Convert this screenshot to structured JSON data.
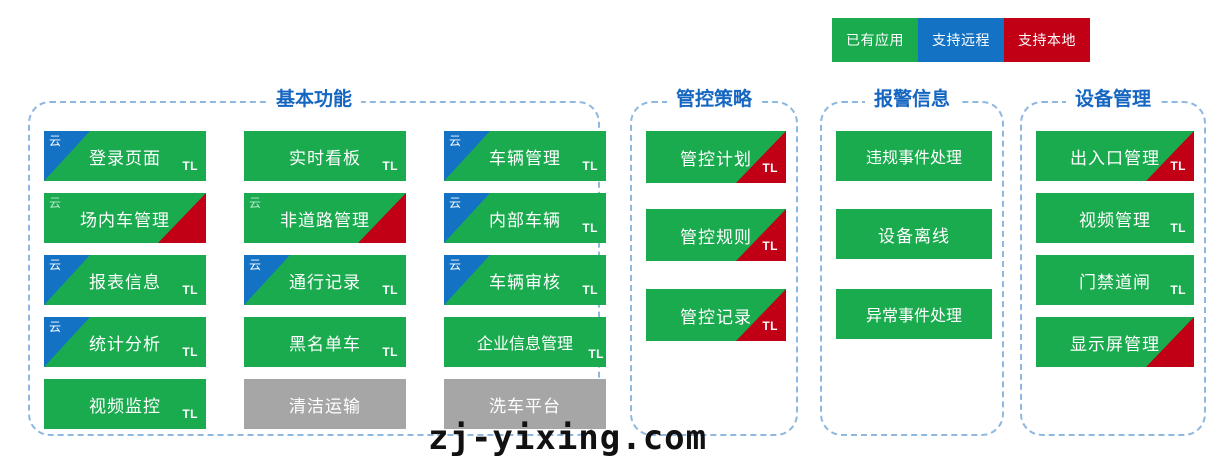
{
  "legend": {
    "items": [
      {
        "label": "已有应用",
        "color": "#1aab4f",
        "style": "green"
      },
      {
        "label": "支持远程",
        "color": "#1472c4",
        "style": "blue"
      },
      {
        "label": "支持本地",
        "color": "#c10016",
        "style": "red"
      }
    ]
  },
  "watermark": "zj-yixing.com",
  "markers": {
    "cloud": "云",
    "tl": "TL"
  },
  "groups": [
    {
      "id": "basic",
      "title": "基本功能",
      "columns": 3,
      "cards": [
        {
          "label": "登录页面",
          "state": "active",
          "cloud": "blue",
          "tl": true,
          "red": false
        },
        {
          "label": "实时看板",
          "state": "active",
          "cloud": "none",
          "tl": true,
          "red": false
        },
        {
          "label": "车辆管理",
          "state": "active",
          "cloud": "blue",
          "tl": true,
          "red": false
        },
        {
          "label": "场内车管理",
          "state": "active",
          "cloud": "plain",
          "tl": false,
          "red": true
        },
        {
          "label": "非道路管理",
          "state": "active",
          "cloud": "plain",
          "tl": false,
          "red": true
        },
        {
          "label": "内部车辆",
          "state": "active",
          "cloud": "blue",
          "tl": true,
          "red": false
        },
        {
          "label": "报表信息",
          "state": "active",
          "cloud": "blue",
          "tl": true,
          "red": false
        },
        {
          "label": "通行记录",
          "state": "active",
          "cloud": "blue",
          "tl": true,
          "red": false
        },
        {
          "label": "车辆审核",
          "state": "active",
          "cloud": "blue",
          "tl": true,
          "red": false
        },
        {
          "label": "统计分析",
          "state": "active",
          "cloud": "blue",
          "tl": true,
          "red": false
        },
        {
          "label": "黑名单车",
          "state": "active",
          "cloud": "none",
          "tl": true,
          "red": false
        },
        {
          "label": "企业信息管理",
          "state": "active",
          "cloud": "none",
          "tl": true,
          "red": false
        },
        {
          "label": "视频监控",
          "state": "active",
          "cloud": "none",
          "tl": true,
          "red": false
        },
        {
          "label": "清洁运输",
          "state": "inactive",
          "cloud": "none",
          "tl": false,
          "red": false
        },
        {
          "label": "洗车平台",
          "state": "inactive",
          "cloud": "none",
          "tl": false,
          "red": false
        }
      ]
    },
    {
      "id": "policy",
      "title": "管控策略",
      "columns": 1,
      "cards": [
        {
          "label": "管控计划",
          "state": "active",
          "cloud": "none",
          "tl": true,
          "red": true
        },
        {
          "label": "管控规则",
          "state": "active",
          "cloud": "none",
          "tl": true,
          "red": true
        },
        {
          "label": "管控记录",
          "state": "active",
          "cloud": "none",
          "tl": true,
          "red": true
        }
      ]
    },
    {
      "id": "alarm",
      "title": "报警信息",
      "columns": 1,
      "cards": [
        {
          "label": "违规事件处理",
          "state": "active",
          "cloud": "none",
          "tl": false,
          "red": false
        },
        {
          "label": "设备离线",
          "state": "active",
          "cloud": "none",
          "tl": false,
          "red": false
        },
        {
          "label": "异常事件处理",
          "state": "active",
          "cloud": "none",
          "tl": false,
          "red": false
        }
      ]
    },
    {
      "id": "device",
      "title": "设备管理",
      "columns": 1,
      "cards": [
        {
          "label": "出入口管理",
          "state": "active",
          "cloud": "none",
          "tl": true,
          "red": true
        },
        {
          "label": "视频管理",
          "state": "active",
          "cloud": "none",
          "tl": true,
          "red": false
        },
        {
          "label": "门禁道闸",
          "state": "active",
          "cloud": "none",
          "tl": true,
          "red": false
        },
        {
          "label": "显示屏管理",
          "state": "active",
          "cloud": "none",
          "tl": false,
          "red": true
        }
      ]
    }
  ]
}
